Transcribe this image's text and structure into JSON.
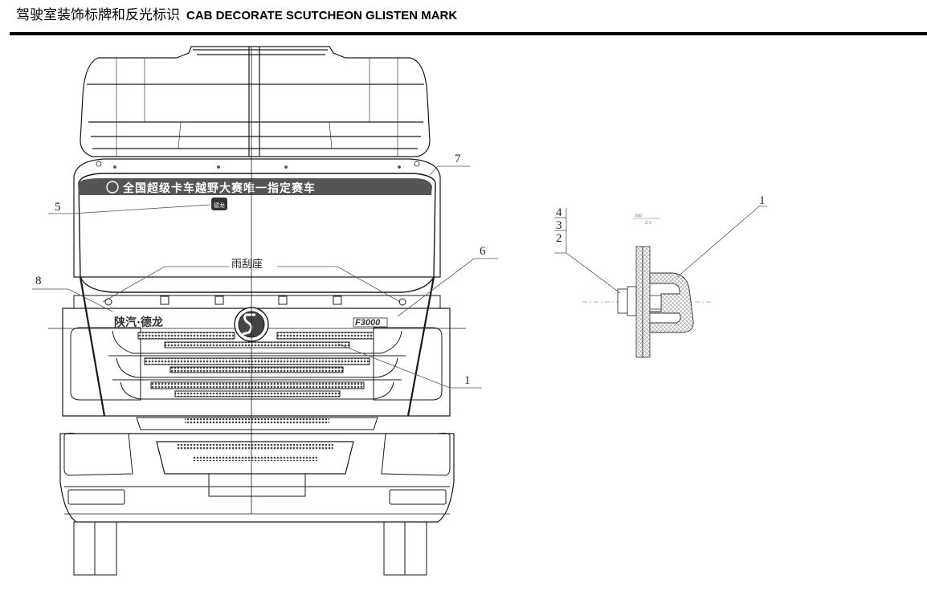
{
  "header": {
    "title_cn": "驾驶室装饰标牌和反光标识",
    "title_en": "CAB DECORATE SCUTCHEON GLISTEN MARK"
  },
  "drawing": {
    "windshield_banner": "全国超级卡车越野大赛唯一指定赛车",
    "wiper_seat_label": "雨刮座",
    "brand_badge": "陕汽·德龙",
    "model_badge": "F3000",
    "small_badge": "德龙",
    "detail_note_top": "3x6",
    "detail_note_bottom": "2:1",
    "callouts": {
      "item1_main": "1",
      "item5": "5",
      "item6": "6",
      "item7": "7",
      "item8": "8",
      "item1_detail": "1",
      "item4": "4",
      "item3": "3",
      "item2": "2"
    }
  },
  "colors": {
    "line": "#1a1a1a",
    "banner": "#555555",
    "hatch": "#9a9a9a"
  }
}
